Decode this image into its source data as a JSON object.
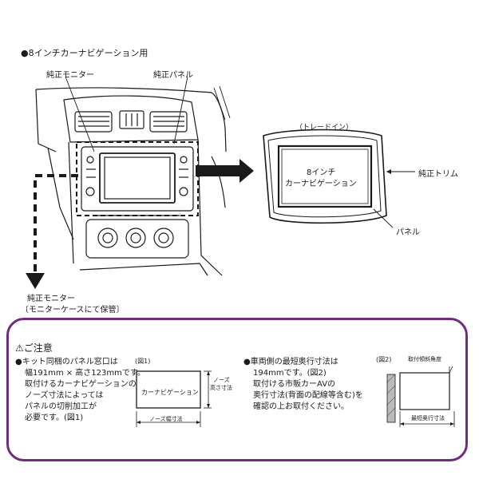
{
  "title": "8インチカーナビゲーション用",
  "labels": {
    "genuine_monitor": "純正モニター",
    "genuine_panel": "純正パネル",
    "trade_in": "（トレードイン）",
    "navi_line1": "8インチ",
    "navi_line2": "カーナビゲーション",
    "genuine_trim": "純正トリム",
    "panel": "パネル",
    "removed_monitor_line1": "純正モニター",
    "removed_monitor_line2": "〔モニターケースにて保管〕"
  },
  "caution": {
    "heading": "ご注意",
    "note1": [
      "キット同梱のパネル窓口は",
      "幅191mm × 高さ123mmです。",
      "取付けるカーナビゲーションの",
      "ノーズ寸法によっては",
      "パネルの切削加工が",
      "必要です。(図1)"
    ],
    "note2": [
      "車両側の最短奥行寸法は",
      "194mmです。(図2)",
      "取付ける市販カーAVの",
      "奥行寸法(背面の配線等含む)を",
      "確認の上お取付ください。"
    ]
  },
  "figure1": {
    "label": "(図1)",
    "box_text": "カーナビゲーション",
    "height_label_1": "ノーズ",
    "height_label_2": "高さ寸法",
    "width_label": "ノーズ幅寸法"
  },
  "figure2": {
    "label": "(図2)",
    "angle_label": "取付傾斜角度",
    "depth_label": "最短奥行寸法"
  },
  "colors": {
    "line": "#1a1a1a",
    "panel_border": "#6e2d7a"
  }
}
